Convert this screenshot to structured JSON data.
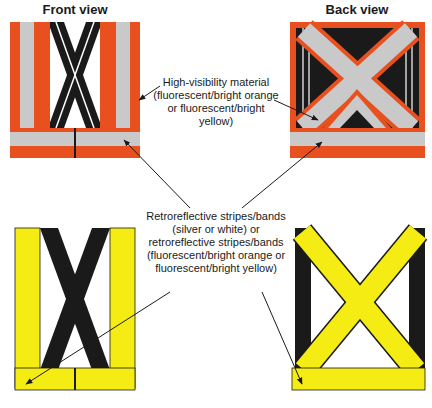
{
  "diagram": {
    "labels": [
      "Front view",
      "Back view",
      "High-visibility material (fluorescent/bright orange or fluorescent/bright yellow)",
      "Retroreflective stripes/bands (silver or white) or retroreflective stripes/bands (fluorescent/bright orange or fluorescent/bright yellow)"
    ]
  }
}
